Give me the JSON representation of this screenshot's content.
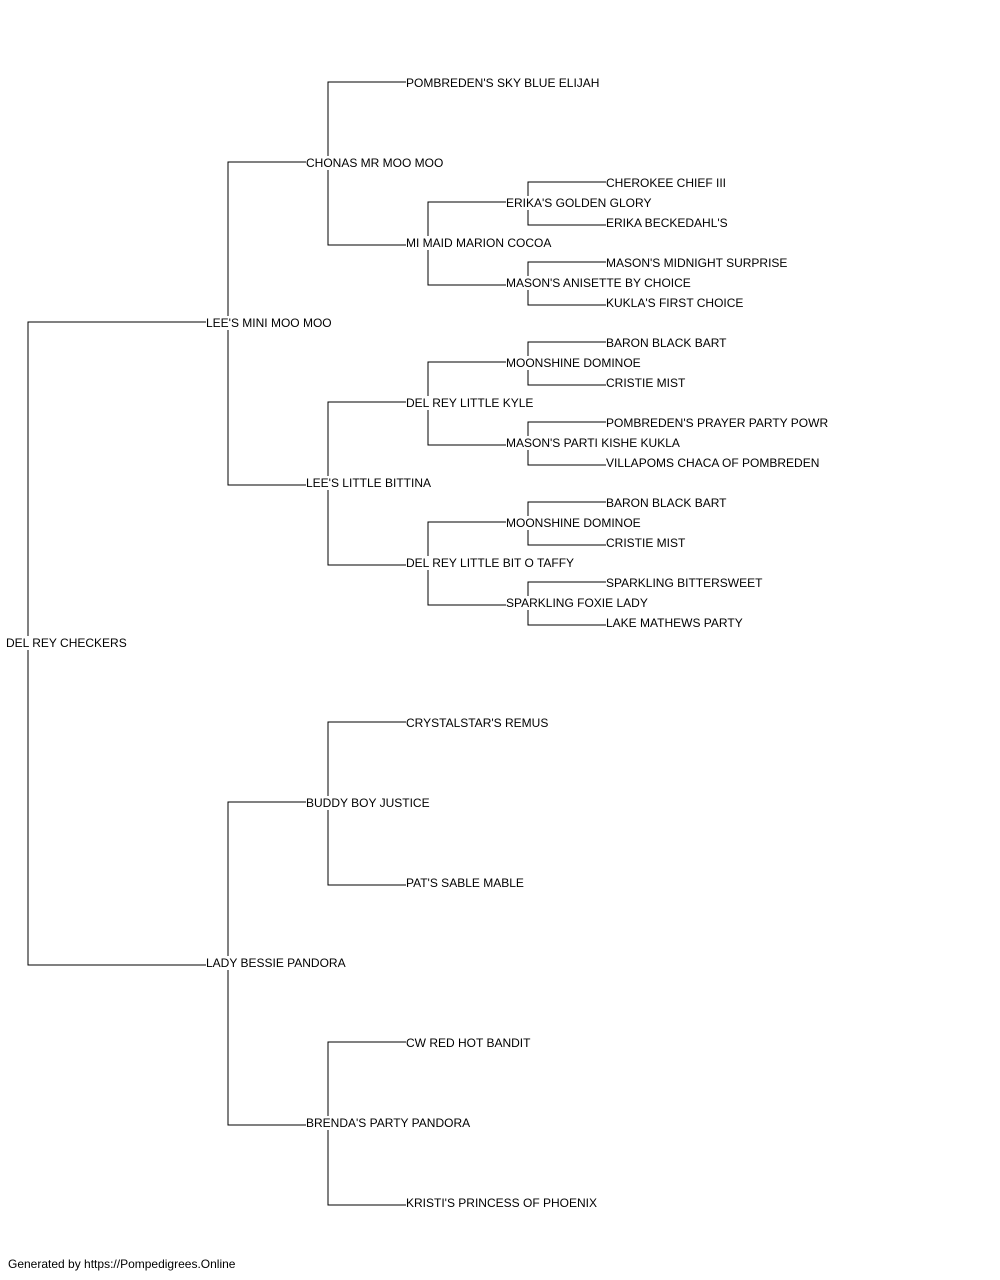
{
  "pedigree": {
    "subject": "DEL REY CHECKERS",
    "sire": {
      "name": "LEE'S MINI MOO MOO",
      "sire": {
        "name": "CHONAS MR MOO MOO",
        "sire": {
          "name": "POMBREDEN'S SKY BLUE ELIJAH"
        },
        "dam": {
          "name": "MI MAID MARION COCOA",
          "sire": {
            "name": "ERIKA'S GOLDEN GLORY",
            "sire": "CHEROKEE CHIEF III",
            "dam": "ERIKA BECKEDAHL'S"
          },
          "dam": {
            "name": "MASON'S ANISETTE BY CHOICE",
            "sire": "MASON'S MIDNIGHT SURPRISE",
            "dam": "KUKLA'S FIRST CHOICE"
          }
        }
      },
      "dam": {
        "name": "LEE'S LITTLE BITTINA",
        "sire": {
          "name": "DEL REY LITTLE KYLE",
          "sire": {
            "name": "MOONSHINE DOMINOE",
            "sire": "BARON BLACK BART",
            "dam": "CRISTIE MIST"
          },
          "dam": {
            "name": "MASON'S PARTI KISHE KUKLA",
            "sire": "POMBREDEN'S PRAYER PARTY POWR",
            "dam": "VILLAPOMS CHACA OF POMBREDEN"
          }
        },
        "dam": {
          "name": "DEL REY LITTLE BIT O TAFFY",
          "sire": {
            "name": "MOONSHINE DOMINOE",
            "sire": "BARON BLACK BART",
            "dam": "CRISTIE MIST"
          },
          "dam": {
            "name": "SPARKLING FOXIE LADY",
            "sire": "SPARKLING BITTERSWEET",
            "dam": "LAKE MATHEWS PARTY"
          }
        }
      }
    },
    "dam": {
      "name": "LADY BESSIE PANDORA",
      "sire": {
        "name": "BUDDY BOY JUSTICE",
        "sire": {
          "name": "CRYSTALSTAR'S REMUS"
        },
        "dam": {
          "name": "PAT'S SABLE MABLE"
        }
      },
      "dam": {
        "name": "BRENDA'S PARTY PANDORA",
        "sire": {
          "name": "CW RED HOT BANDIT"
        },
        "dam": {
          "name": "KRISTI'S PRINCESS OF PHOENIX"
        }
      }
    }
  },
  "footer": "Generated by https://Pompedigrees.Online"
}
